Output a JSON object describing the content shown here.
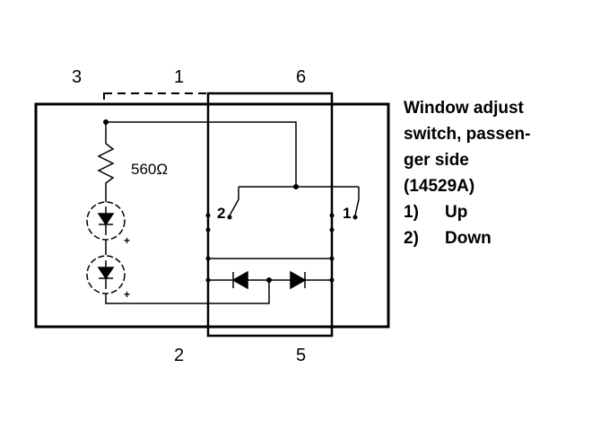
{
  "pins": {
    "p3": "3",
    "p1": "1",
    "p6": "6",
    "p2": "2",
    "p5": "5"
  },
  "resistor": {
    "value": "560Ω"
  },
  "switch_positions": {
    "pos1": "1",
    "pos2": "2"
  },
  "legend": {
    "title_lines": [
      "Window adjust",
      "switch, passen-",
      "ger side",
      "(14529A)"
    ],
    "items": [
      {
        "num": "1)",
        "label": "Up"
      },
      {
        "num": "2)",
        "label": "Down"
      }
    ]
  }
}
